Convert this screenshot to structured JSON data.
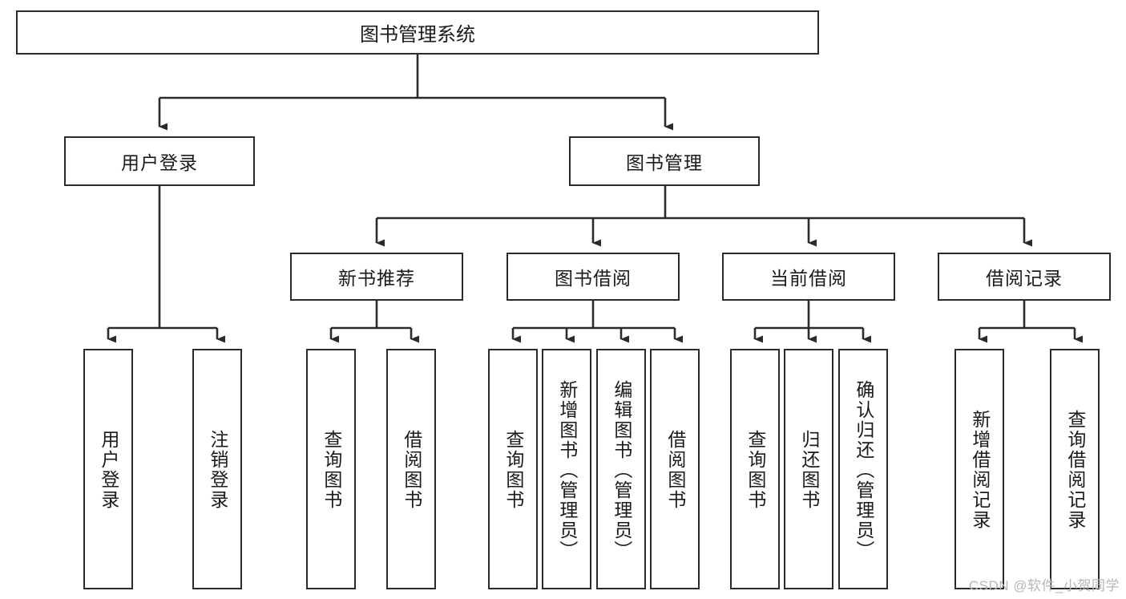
{
  "diagram": {
    "title": "图书管理系统",
    "type": "tree",
    "watermark": "CSDN @软件_小贺同学",
    "line_color": "#2b2b2b",
    "box_fill": "#ffffff",
    "text_color": "#1a1a1a",
    "root": {
      "label": "图书管理系统"
    },
    "level2": [
      {
        "label": "用户登录"
      },
      {
        "label": "图书管理"
      }
    ],
    "level3": [
      {
        "label": "新书推荐"
      },
      {
        "label": "图书借阅"
      },
      {
        "label": "当前借阅"
      },
      {
        "label": "借阅记录"
      }
    ],
    "leaves": {
      "user_login": [
        {
          "label": "用户登录"
        },
        {
          "label": "注销登录"
        }
      ],
      "new_book_recommend": [
        {
          "label": "查询图书"
        },
        {
          "label": "借阅图书"
        }
      ],
      "book_borrow": [
        {
          "label": "查询图书"
        },
        {
          "label": "新增图书（管理员）"
        },
        {
          "label": "编辑图书（管理员）"
        },
        {
          "label": "借阅图书"
        }
      ],
      "current_borrow": [
        {
          "label": "查询图书"
        },
        {
          "label": "归还图书"
        },
        {
          "label": "确认归还（管理员）"
        }
      ],
      "borrow_record": [
        {
          "label": "新增借阅记录"
        },
        {
          "label": "查询借阅记录"
        }
      ]
    }
  }
}
